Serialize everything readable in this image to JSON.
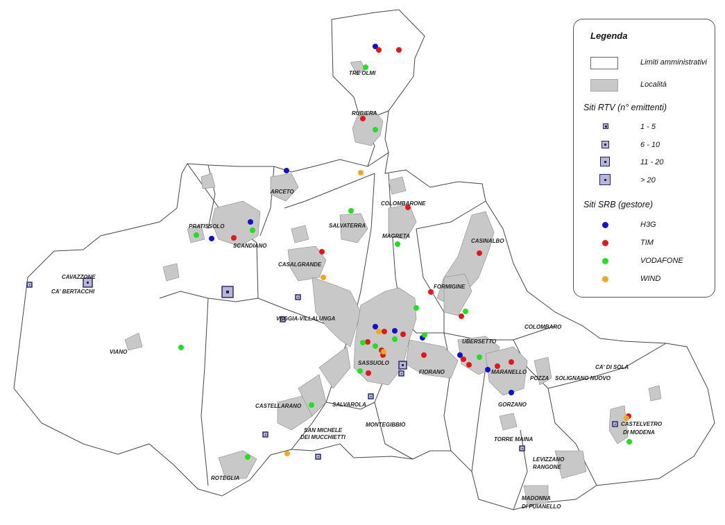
{
  "legend": {
    "title": "Legenda",
    "limits_label": "Limiti amministrativi",
    "localita_label": "Località",
    "rtv_title": "Siti RTV (n° emittenti)",
    "rtv_classes": [
      "1 - 5",
      "6 - 10",
      "11 - 20",
      "> 20"
    ],
    "srb_title": "Siti SRB (gestore)",
    "operators": [
      {
        "name": "H3G",
        "color": "#1010d0"
      },
      {
        "name": "TIM",
        "color": "#e01818"
      },
      {
        "name": "VODAFONE",
        "color": "#20e020"
      },
      {
        "name": "WIND",
        "color": "#f0a820"
      }
    ]
  },
  "places": {
    "tre_olmi": "TRE OLMI",
    "rubiera": "RUBIERA",
    "arceto": "ARCETO",
    "colombarone": "COLOMBARONE",
    "pratissolo": "PRATISSOLO",
    "scandiano": "SCANDIANO",
    "salvaterra": "SALVATERRA",
    "magreta": "MAGRETA",
    "casinalbo": "CASINALBO",
    "casalgrande": "CASALGRANDE",
    "cavazzone": "CAVAZZONE",
    "ca_bertacchi": "CA' BERTACCHI",
    "formigine": "FORMIGINE",
    "veggia": "VEGGIA-VILLALUNGA",
    "colombaro": "COLOMBARO",
    "ubersetto": "UBERSETTO",
    "viano": "VIANO",
    "sassuolo": "SASSUOLO",
    "fiorano": "FIORANO",
    "maranello": "MARANELLO",
    "pozza": "POZZA",
    "solignano": "SOLIGNANO NUOVO",
    "ca_di_sola": "CA' DI SOLA",
    "gorzano": "GORZANO",
    "salvarola": "SALVAROLA",
    "castellarano": "CASTELLARANO",
    "montegibbio": "MONTEGIBBIO",
    "san_michele_1": "SAN MICHELE",
    "san_michele_2": "DEI MUCCHIETTI",
    "castelvetro_1": "CASTELVETRO",
    "castelvetro_2": "DI MODENA",
    "torre_maina": "TORRE MAINA",
    "levizzano_1": "LEVIZZANO",
    "levizzano_2": "RANGONE",
    "roteglia": "ROTEGLIA",
    "madonna_1": "MADONNA",
    "madonna_2": "DI PUIANELLO"
  }
}
